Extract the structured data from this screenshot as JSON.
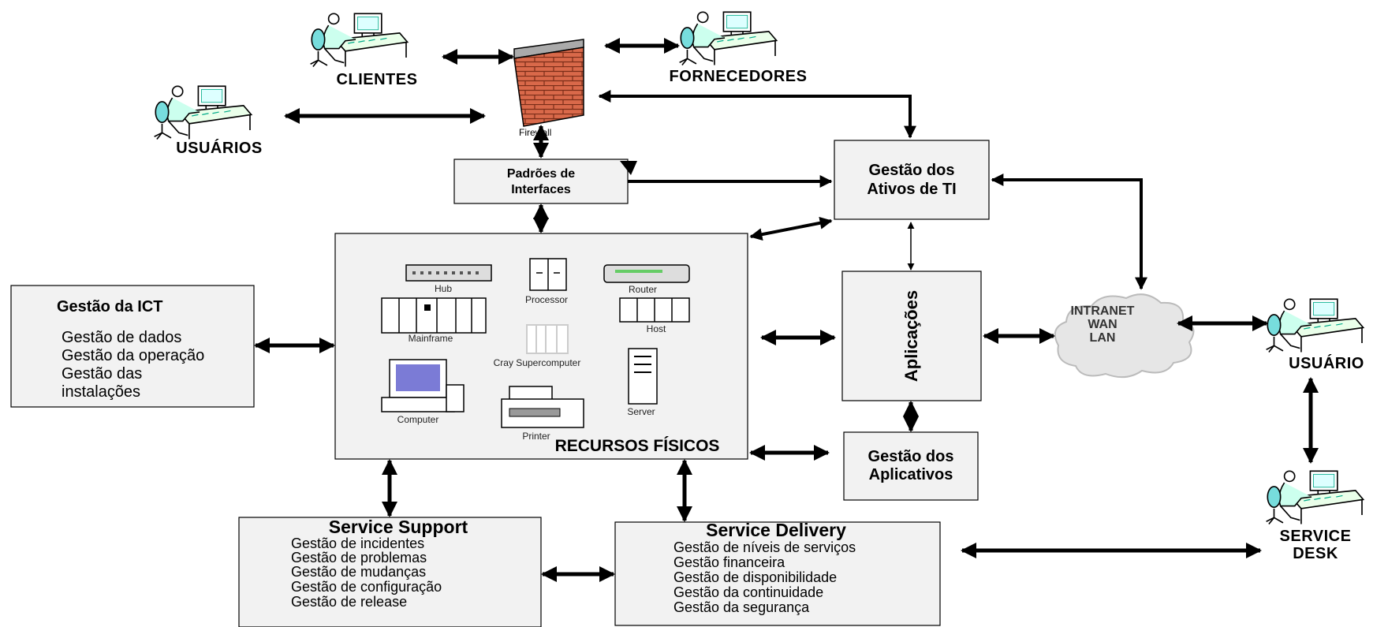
{
  "actors": {
    "clientes": "CLIENTES",
    "fornecedores": "FORNECEDORES",
    "usuarios": "USUÁRIOS",
    "usuario": "USUÁRIO",
    "service_desk_line1": "SERVICE",
    "service_desk_line2": "DESK"
  },
  "firewall": {
    "label": "Firewall"
  },
  "padroes": {
    "line1": "Padrões de",
    "line2": "Interfaces"
  },
  "gestao_ativos": {
    "line1": "Gestão dos",
    "line2": "Ativos de TI"
  },
  "gestao_ict": {
    "title": "Gestão da ICT",
    "items": [
      "Gestão de dados",
      "Gestão da operação",
      "Gestão das",
      "instalações"
    ]
  },
  "recursos": {
    "title": "RECURSOS FÍSICOS",
    "devices": {
      "hub": "Hub",
      "processor": "Processor",
      "router": "Router",
      "mainframe": "Mainframe",
      "host": "Host",
      "cray": "Cray Supercomputer",
      "computer": "Computer",
      "server": "Server",
      "printer": "Printer"
    }
  },
  "aplicacoes": {
    "label": "Aplicações"
  },
  "gestao_aplicativos": {
    "line1": "Gestão dos",
    "line2": "Aplicativos"
  },
  "network": {
    "line1": "INTRANET",
    "line2": "WAN",
    "line3": "LAN"
  },
  "service_support": {
    "title": "Service Support",
    "items": [
      "Gestão de incidentes",
      "Gestão de problemas",
      "Gestão de mudanças",
      "Gestão de configuração",
      "Gestão de release"
    ]
  },
  "service_delivery": {
    "title": "Service Delivery",
    "items": [
      "Gestão de níveis de serviços",
      "Gestão financeira",
      "Gestão de disponibilidade",
      "Gestão da continuidade",
      "Gestão da segurança"
    ]
  },
  "colors": {
    "box_fill": "#f2f2f2",
    "brick": "#d9694a",
    "computer_screen": "#7b7bd6"
  }
}
